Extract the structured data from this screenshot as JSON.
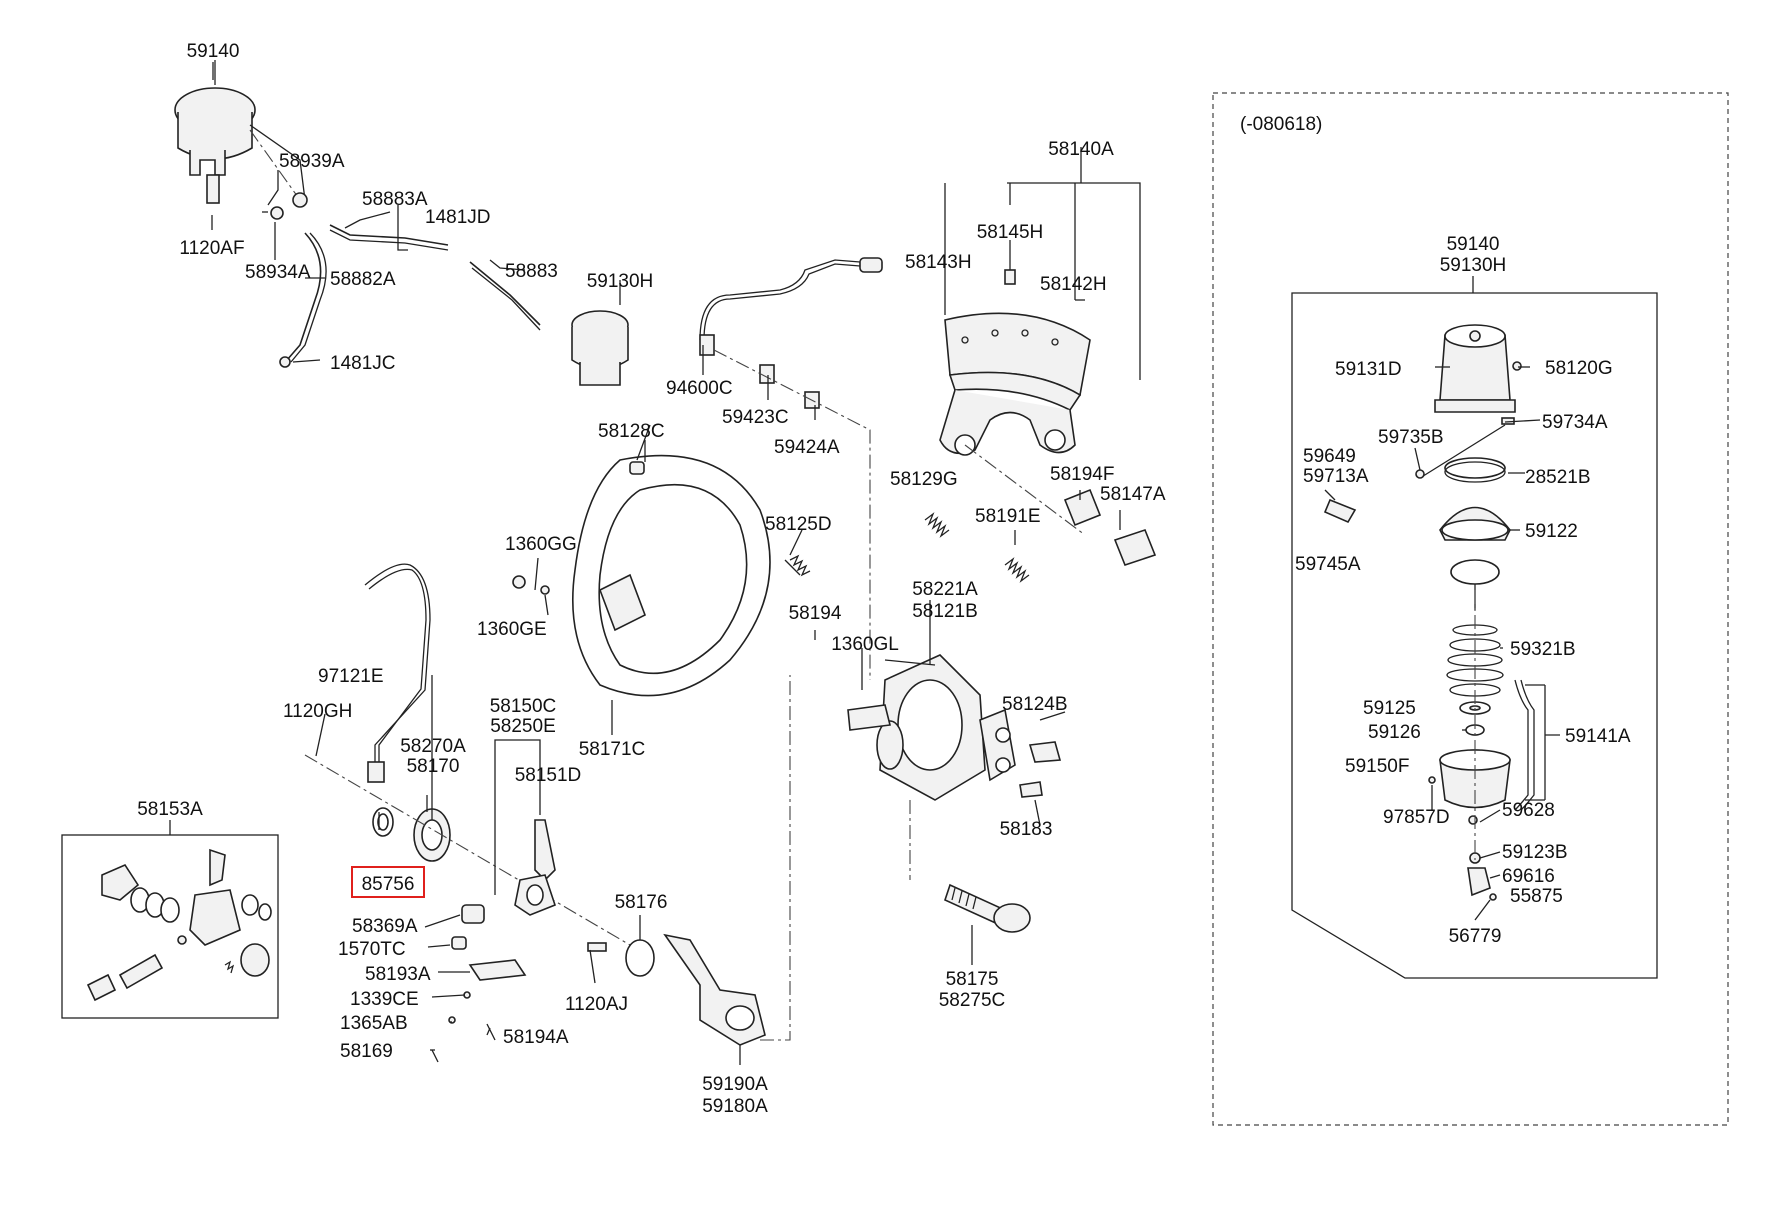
{
  "variant_box": {
    "label": "(-080618)"
  },
  "highlighted_part": "85756",
  "highlight_color": "#e0201c",
  "inset_left": {
    "header": "58153A"
  },
  "inset_right": {
    "header_line1": "59140",
    "header_line2": "59130H"
  },
  "labels": {
    "p59140": "59140",
    "p58939A": "58939A",
    "p58883A": "58883A",
    "p1481JD": "1481JD",
    "p1120AF": "1120AF",
    "p58934A": "58934A",
    "p58882A": "58882A",
    "p58883": "58883",
    "p59130H": "59130H",
    "p1481JC": "1481JC",
    "p94600C": "94600C",
    "p59423C": "59423C",
    "p59424A": "59424A",
    "p58140A": "58140A",
    "p58145H": "58145H",
    "p58143H": "58143H",
    "p58142H": "58142H",
    "p58128C": "58128C",
    "p58129G": "58129G",
    "p58194F": "58194F",
    "p58147A": "58147A",
    "p58191E": "58191E",
    "p58125D": "58125D",
    "p1360GG": "1360GG",
    "p1360GE": "1360GE",
    "p58221A": "58221A",
    "p58121B": "58121B",
    "p58194": "58194",
    "p1360GL": "1360GL",
    "p97121E": "97121E",
    "p58150C": "58150C",
    "p58250E": "58250E",
    "p1120GH": "1120GH",
    "p58270A": "58270A",
    "p58170": "58170",
    "p58151D": "58151D",
    "p58171C": "58171C",
    "p58124B": "58124B",
    "p58183": "58183",
    "p85756": "85756",
    "p58176": "58176",
    "p58369A": "58369A",
    "p1570TC": "1570TC",
    "p58193A": "58193A",
    "p1120AJ": "1120AJ",
    "p58175": "58175",
    "p58275C": "58275C",
    "p1339CE": "1339CE",
    "p1365AB": "1365AB",
    "p58194A": "58194A",
    "p58169": "58169",
    "p59190A": "59190A",
    "p59180A": "59180A",
    "p59131D": "59131D",
    "p58120G": "58120G",
    "p59735B": "59735B",
    "p59734A": "59734A",
    "p59649": "59649",
    "p59713A": "59713A",
    "p28521B": "28521B",
    "p59122": "59122",
    "p59745A": "59745A",
    "p59321B": "59321B",
    "p59125": "59125",
    "p59126": "59126",
    "p59141A": "59141A",
    "p59150F": "59150F",
    "p59628": "59628",
    "p97857D": "97857D",
    "p59123B": "59123B",
    "p69616": "69616",
    "p55875": "55875",
    "p56779": "56779"
  }
}
